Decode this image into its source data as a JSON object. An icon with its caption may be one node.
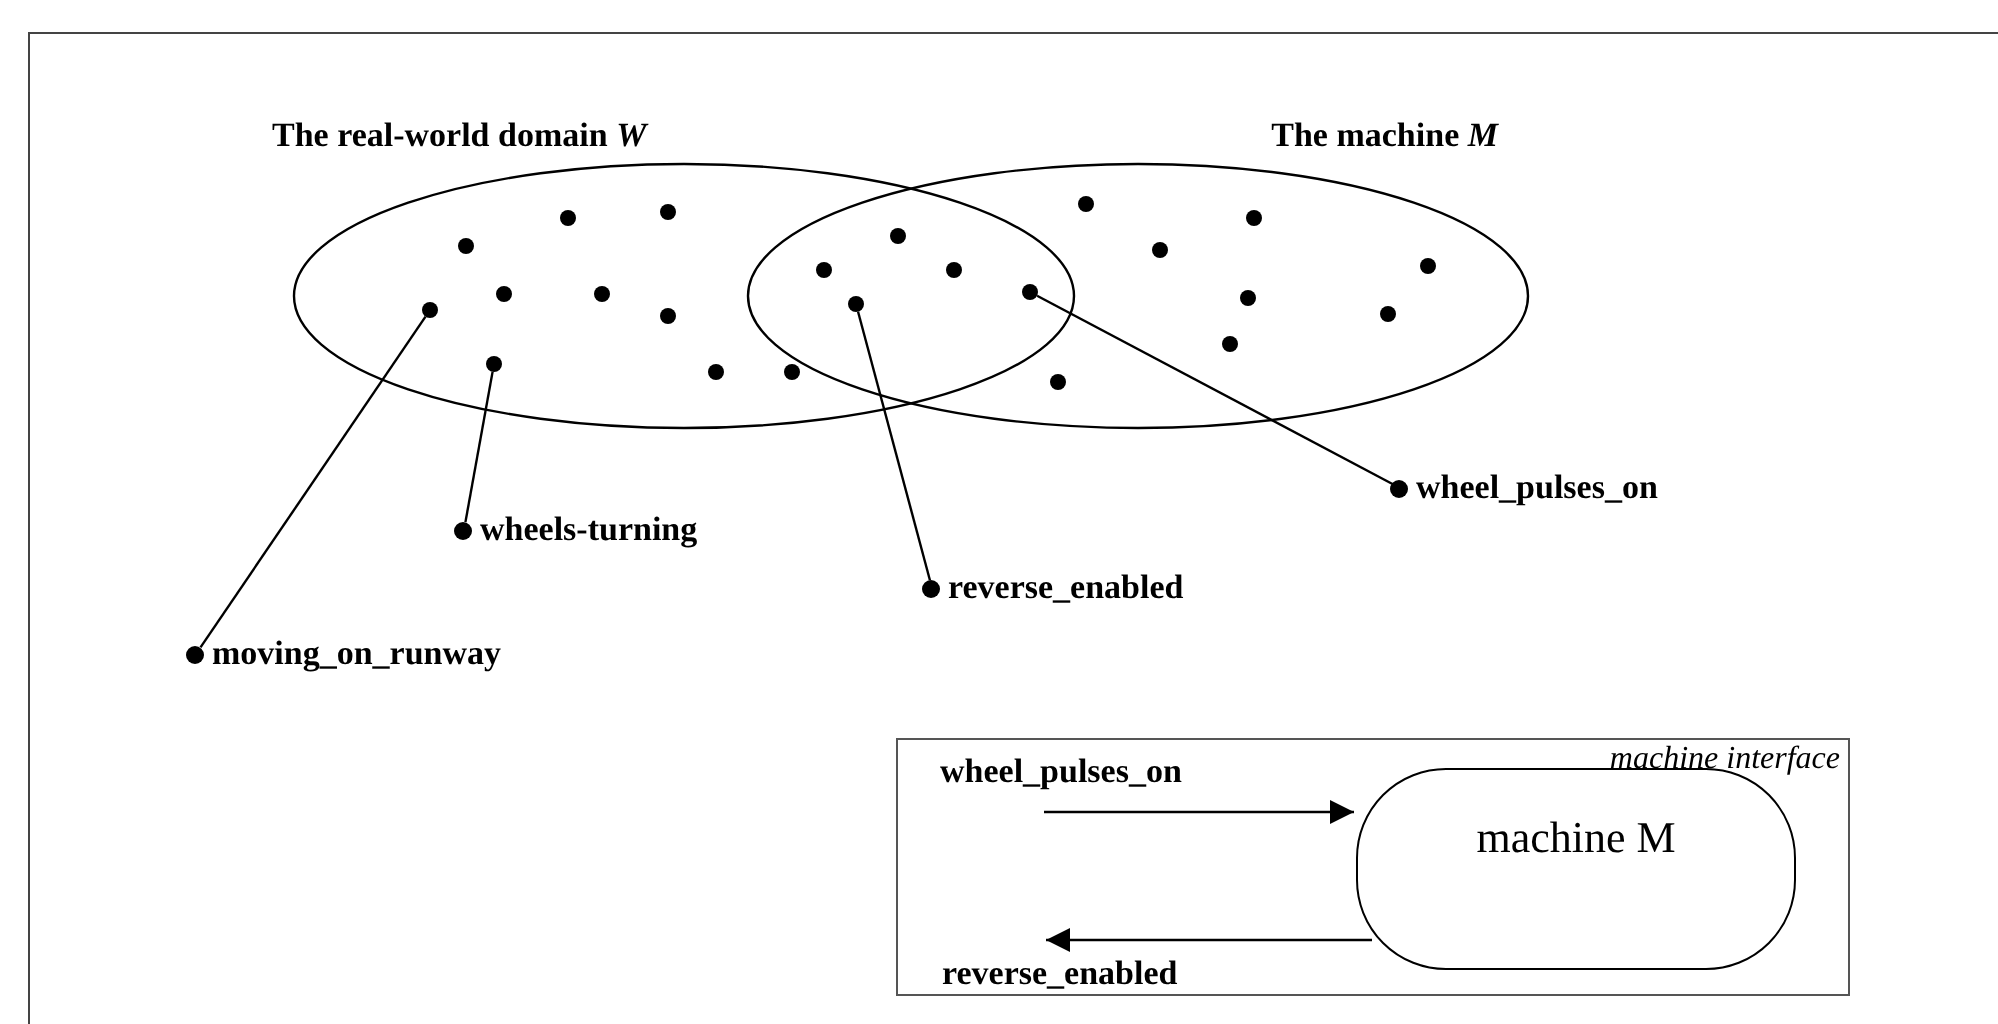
{
  "diagram": {
    "nodes": [
      {
        "text": [
          "The real-world domain *W*"
        ]
      },
      {
        "text": [
          "The machine *M*"
        ]
      },
      {
        "text": [],
        "shape": "circle",
        "in": 0
      },
      {
        "text": [],
        "shape": "circle",
        "in": 0
      },
      {
        "text": [],
        "shape": "circle"
      },
      {
        "text": [],
        "shape": "circle"
      },
      {
        "text": [
          "wheels-turning"
        ]
      },
      {
        "text": [
          "reverse_enabled"
        ]
      },
      {
        "text": [
          "wheel_pulses_on"
        ]
      },
      {
        "text": [
          "moving_on_runway"
        ]
      },
      {
        "text": [
          "machine interface"
        ]
      },
      {
        "text": [
          "machine M"
        ],
        "in": 10
      }
    ],
    "edges": [
      {
        "from": 6,
        "to": 3,
        "arrow": "none"
      },
      {
        "from": 7,
        "to": 4,
        "arrow": "none"
      },
      {
        "from": 8,
        "to": 5,
        "arrow": "none"
      },
      {
        "from": 9,
        "to": 2,
        "arrow": "none"
      },
      {
        "from": null,
        "to": 11,
        "arrow": "to",
        "label": "wheel_pulses_on"
      },
      {
        "from": 11,
        "to": null,
        "arrow": "to",
        "label": "reverse_enabled"
      }
    ]
  }
}
